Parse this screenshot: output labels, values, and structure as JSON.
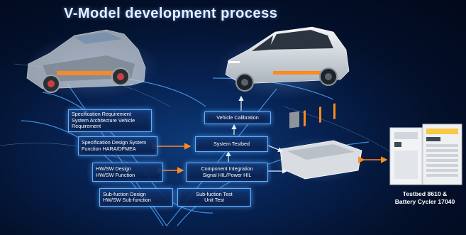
{
  "title": "V-Model development process",
  "left_branch": [
    "Specification Requirement\nSystem Architecture Vehicle\nRequirement",
    "Specification Design System\nFunction HARA/DFMEA",
    "HW/SW Design\nHW/SW Function",
    "Sub-fuction Design\nHW/SW Sub-function"
  ],
  "right_branch": [
    "Vehicle Calibration",
    "System Testbed",
    "Component Integration\nSignal HIL/Power HIL",
    "Sub-fuction Test\nUnit Test"
  ],
  "equipment_caption": "Testbed 8610 &\nBattery Cycler 17040",
  "colors": {
    "glow": "#5fb2ff",
    "arrow_orange": "#ff8a1f",
    "arrow_white": "#e9f2ff",
    "background": "#03102a"
  },
  "icons": [
    "suv-cutaway-icon",
    "suv-icon",
    "battery-pack-icon",
    "test-cabinet-icon"
  ]
}
